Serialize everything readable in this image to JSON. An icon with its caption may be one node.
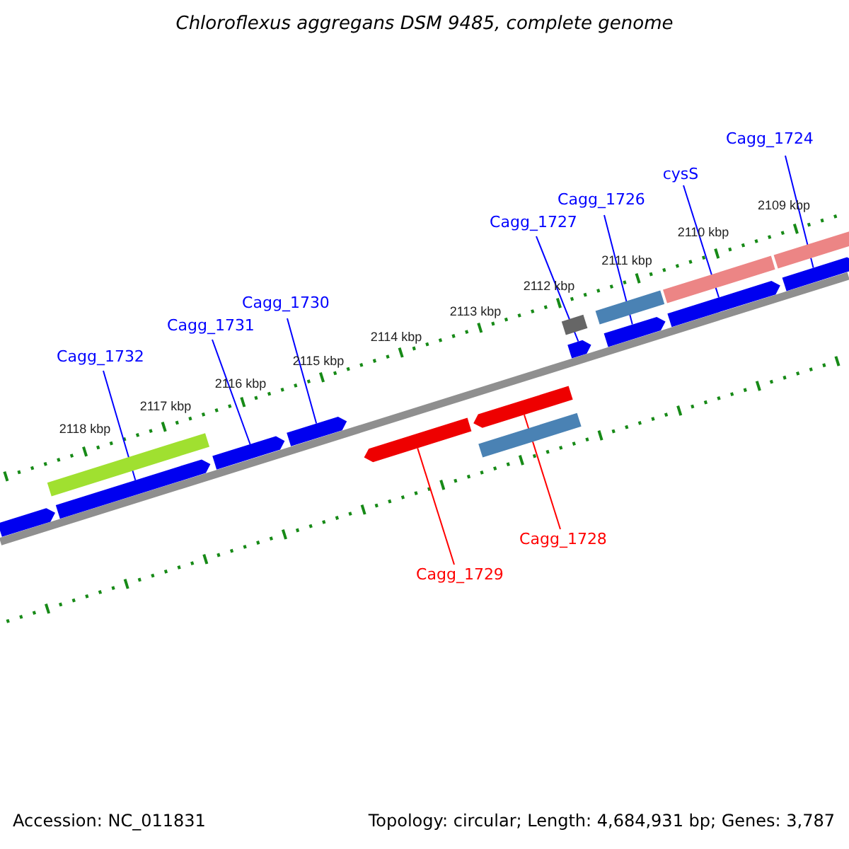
{
  "diagram": {
    "title": "Chloroflexus aggregans DSM 9485, complete genome",
    "nodes": [
      {
        "text": [
          "Cagg_1724"
        ]
      },
      {
        "text": [
          "cysS"
        ]
      },
      {
        "text": [
          "Cagg_1726"
        ]
      },
      {
        "text": [
          "Cagg_1727"
        ]
      },
      {
        "text": [
          "Cagg_1730"
        ]
      },
      {
        "text": [
          "Cagg_1731"
        ]
      },
      {
        "text": [
          "Cagg_1732"
        ]
      },
      {
        "text": [
          "Cagg_1728"
        ]
      },
      {
        "text": [
          "Cagg_1729"
        ]
      },
      {
        "text": [],
        "shape": "arrow"
      },
      {
        "text": [],
        "shape": "bar"
      },
      {
        "text": [],
        "shape": "arrow"
      },
      {
        "text": [],
        "shape": "arrow"
      },
      {
        "text": [],
        "shape": "arrow"
      },
      {
        "text": [],
        "shape": "arrow"
      },
      {
        "text": [],
        "shape": "arrow"
      },
      {
        "text": [],
        "shape": "bar"
      },
      {
        "text": [],
        "shape": "bar"
      },
      {
        "text": [],
        "shape": "arrow"
      },
      {
        "text": [],
        "shape": "bar"
      },
      {
        "text": [],
        "shape": "arrow"
      },
      {
        "text": [],
        "shape": "bar"
      },
      {
        "text": [],
        "shape": "arrow"
      },
      {
        "text": [],
        "shape": "bar"
      },
      {
        "text": [],
        "shape": "arrow"
      }
    ],
    "edges": [
      {
        "from": 0,
        "to": 24,
        "arrow": "none"
      },
      {
        "from": 1,
        "to": 22,
        "arrow": "none"
      },
      {
        "from": 2,
        "to": 20,
        "arrow": "none"
      },
      {
        "from": 3,
        "to": 18,
        "arrow": "none"
      },
      {
        "from": 4,
        "to": 13,
        "arrow": "none"
      },
      {
        "from": 5,
        "to": 12,
        "arrow": "none"
      },
      {
        "from": 6,
        "to": 11,
        "arrow": "none"
      },
      {
        "from": 7,
        "to": 15,
        "arrow": "none",
        "color": "#ff0000"
      },
      {
        "from": 8,
        "to": 14,
        "arrow": "none",
        "color": "#ff0000"
      }
    ],
    "labels": [
      "2109 kbp",
      "2110 kbp",
      "2111 kbp",
      "2112 kbp",
      "2113 kbp",
      "2114 kbp",
      "2115 kbp",
      "2116 kbp",
      "2117 kbp",
      "2118 kbp",
      "Accession: NC_011831",
      "Topology: circular; Length: 4,684,931 bp; Genes: 3,787"
    ]
  }
}
